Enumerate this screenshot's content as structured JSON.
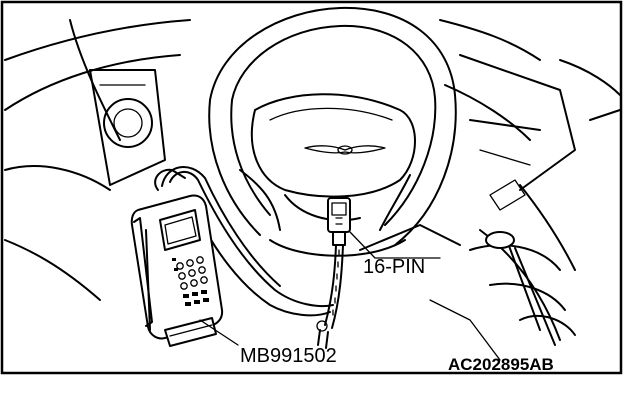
{
  "labels": {
    "connector": "16-PIN",
    "tool_code": "MB991502",
    "figure_code": "AC202895AB"
  },
  "icons": {
    "scan_tool": "diagnostic-scan-tool-icon",
    "steering_wheel": "steering-wheel-icon",
    "connector": "diagnostic-connector-icon",
    "logo": "chrysler-wing-logo-icon"
  }
}
